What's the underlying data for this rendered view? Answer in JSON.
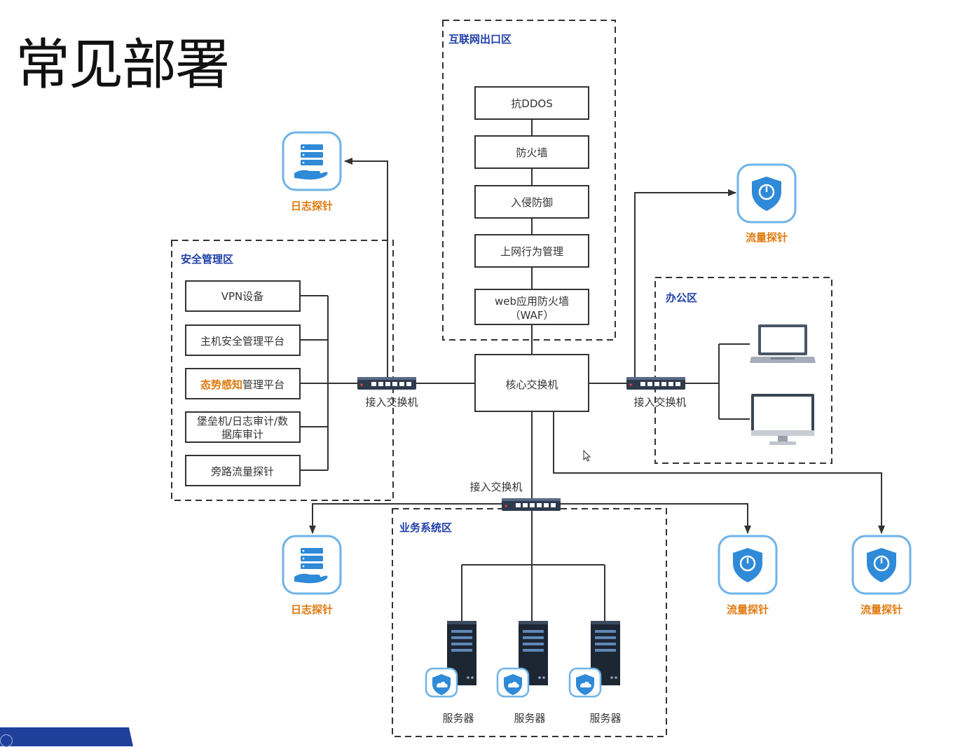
{
  "title": "常见部署",
  "colors": {
    "zone_label": "#1f3fa8",
    "probe_label": "#e07a10",
    "highlight_text": "#e07a10",
    "line": "#333333",
    "probe_icon": "#2f8ad8",
    "bottom_bar": "#1e3f9a"
  },
  "zones": {
    "internet": {
      "label": "互联网出口区"
    },
    "security": {
      "label": "安全管理区"
    },
    "office": {
      "label": "办公区"
    },
    "business": {
      "label": "业务系统区"
    }
  },
  "internet_chain": [
    {
      "label": "抗DDOS"
    },
    {
      "label": "防火墙"
    },
    {
      "label": "入侵防御"
    },
    {
      "label": "上网行为管理"
    },
    {
      "lines": [
        "web应用防火墙",
        "（WAF）"
      ]
    }
  ],
  "core_switch": {
    "label": "核心交换机"
  },
  "security_devices": [
    {
      "label": "VPN设备"
    },
    {
      "label": "主机安全管理平台"
    },
    {
      "highlight": "态势感知",
      "rest": "管理平台"
    },
    {
      "lines": [
        "堡垒机/日志审计/数",
        "据库审计"
      ]
    },
    {
      "label": "旁路流量探针"
    }
  ],
  "access_switches": {
    "left": {
      "label": "接入交换机",
      "icon": "network-switch-icon"
    },
    "right": {
      "label": "接入交换机",
      "icon": "network-switch-icon"
    },
    "bottom": {
      "label": "接入交换机",
      "icon": "network-switch-icon"
    }
  },
  "probes": {
    "log_top": {
      "label": "日志探针",
      "icon": "server-hand-icon"
    },
    "log_bottom": {
      "label": "日志探针",
      "icon": "server-hand-icon"
    },
    "flow_top_right": {
      "label": "流量探针",
      "icon": "shield-icon"
    },
    "flow_bottom_1": {
      "label": "流量探针",
      "icon": "shield-icon"
    },
    "flow_bottom_2": {
      "label": "流量探针",
      "icon": "shield-icon"
    }
  },
  "office_devices": [
    {
      "icon": "laptop-icon"
    },
    {
      "icon": "monitor-icon"
    }
  ],
  "servers": [
    {
      "label": "服务器",
      "icon": "server-rack-icon"
    },
    {
      "label": "服务器",
      "icon": "server-rack-icon"
    },
    {
      "label": "服务器",
      "icon": "server-rack-icon"
    }
  ]
}
